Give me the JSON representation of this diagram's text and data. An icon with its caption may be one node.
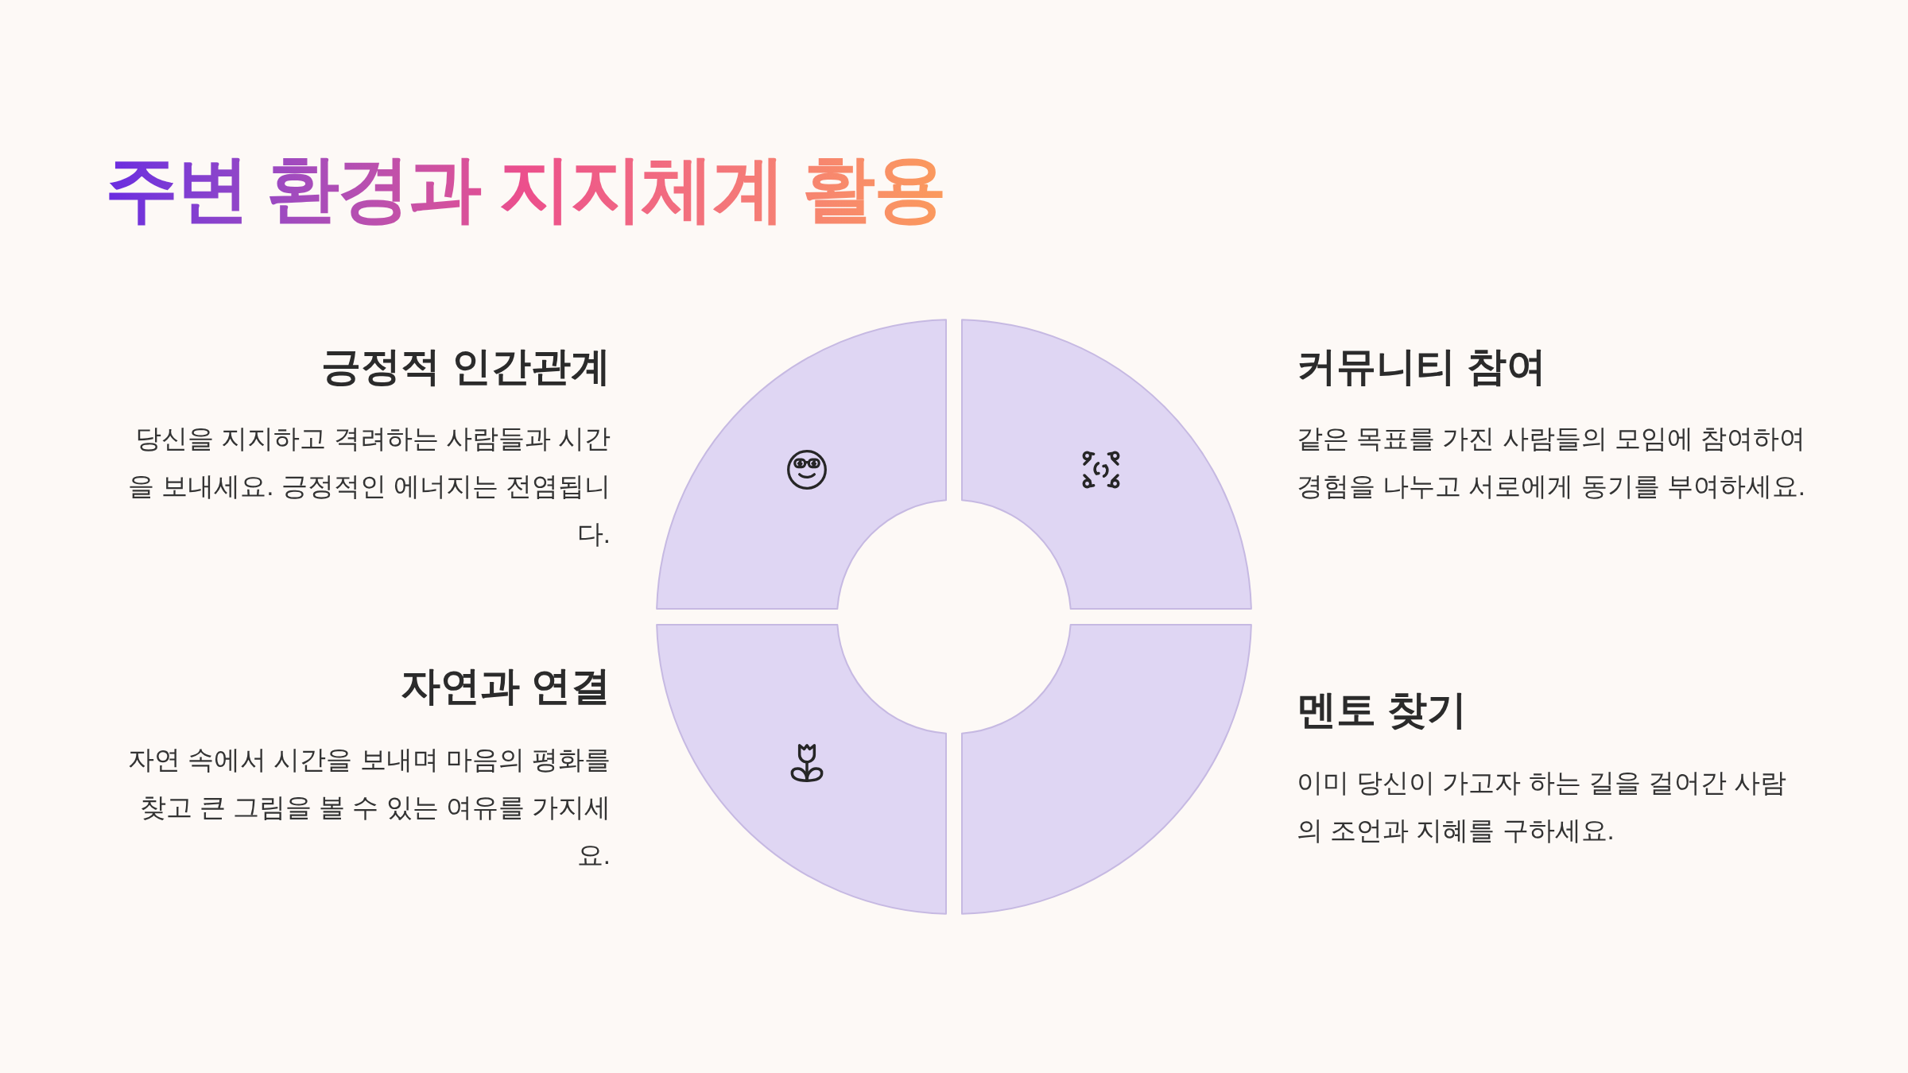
{
  "diagram": {
    "title": "주변 환경과 지지체계 활용",
    "labels": [
      "긍정적 인간관계",
      "당신을 지지하고 격려하는 사람들과 시간을 보내세요. 긍정적인 에너지는 전염됩니다.",
      "커뮤니티 참여",
      "같은 목표를 가진 사람들의 모임에 참여하여 경험을 나누고 서로에게 동기를 부여하세요.",
      "자연과 연결",
      "자연 속에서 시간을 보내며 마음의 평화를 찾고 큰 그림을 볼 수 있는 여유를 가지세요.",
      "멘토 찾기",
      "이미 당신이 가고자 하는 길을 걸어간 사람의 조언과 지혜를 구하세요."
    ]
  }
}
